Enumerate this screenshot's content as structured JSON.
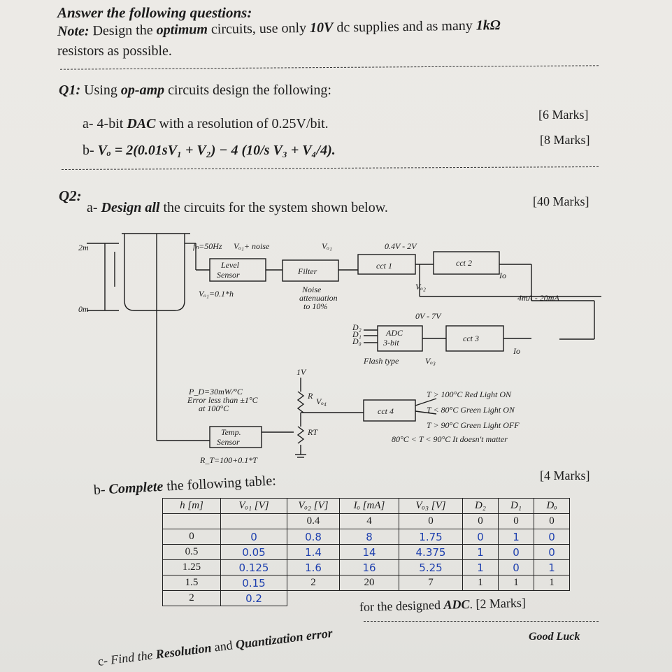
{
  "header": {
    "title": "Answer the following questions:",
    "note_label": "Note:",
    "note_text_1": "Design the",
    "note_optimum": "optimum",
    "note_text_2": "circuits, use only",
    "note_10v": "10V",
    "note_text_3": "dc supplies and as many",
    "note_1k": "1kΩ",
    "note_line2": "resistors as possible."
  },
  "q1": {
    "label": "Q1:",
    "text_1": "Using",
    "text_opamp": "op-amp",
    "text_2": "circuits design the following:",
    "a_label": "a- 4-bit",
    "a_dac": "DAC",
    "a_text": "with a resolution of 0.25V/bit.",
    "a_marks": "[6 Marks]",
    "b_label": "b-",
    "b_eq": "Vₒ = 2(0.01sV₁ + V₂) − 4 (10/s V₃ + V₄/4).",
    "b_marks": "[8 Marks]"
  },
  "q2": {
    "label": "Q2:",
    "a_label": "a-",
    "a_text_1": "Design all",
    "a_text_2": "the circuits for the system shown below.",
    "a_marks": "[40 Marks]",
    "b_label": "b-",
    "b_text_1": "Complete",
    "b_text_2": "the following table:",
    "b_marks": "[4 Marks]",
    "c_label": "c-",
    "c_text_1": "Find the",
    "c_resolution": "Resolution",
    "c_and": "and",
    "c_quant": "Quantization error",
    "c_text_2": "for the designed",
    "c_adc": "ADC",
    "c_marks": ". [2 Marks]",
    "good_luck": "Good Luck"
  },
  "diagram": {
    "tank_2m": "2m",
    "tank_0m": "0m",
    "fn": "fₙ=50Hz",
    "vo1_noise": "Vₒ₁+ noise",
    "vo1": "Vₒ₁",
    "range_04_2": "0.4V - 2V",
    "level_sensor_1": "Level",
    "level_sensor_2": "Sensor",
    "vo1_eq": "Vₒ₁=0.1*h",
    "filter": "Filter",
    "noise_1": "Noise",
    "noise_2": "attenuation",
    "noise_3": "to 10%",
    "cct1": "cct 1",
    "cct2": "cct 2",
    "io_1": "Io",
    "io_range": "4mA - 20mA",
    "vo2": "Vₒ₂",
    "range_0_7": "0V - 7V",
    "adc_1": "ADC",
    "adc_2": "3-bit",
    "flash": "Flash type",
    "vo3": "Vₒ₃",
    "d2": "D₂",
    "d1": "D₁",
    "d0": "D₀",
    "cct3": "cct 3",
    "io_2": "Io",
    "pd": "P_D=30mW/°C",
    "error_1": "Error less than ±1°C",
    "error_2": "at 100°C",
    "temp_1": "Temp.",
    "temp_2": "Sensor",
    "rt_eq": "R_T=100+0.1*T",
    "supply": "1V",
    "r": "R",
    "rt": "RT",
    "vo4": "Vₒ₄",
    "cct4": "cct 4",
    "cond1": "T > 100°C Red Light ON",
    "cond2": "T < 80°C Green Light ON",
    "cond3": "T > 90°C Green Light OFF",
    "cond4": "80°C < T < 90°C It doesn't matter"
  },
  "table": {
    "headers": [
      "h [m]",
      "Vₒ₁ [V]",
      "Vₒ₂ [V]",
      "Iₒ [mA]",
      "Vₒ₃ [V]",
      "D₂",
      "D₁",
      "Dₒ"
    ],
    "rows": [
      [
        "",
        "",
        "0.4",
        "4",
        "0",
        "0",
        "0",
        "0"
      ],
      [
        "0",
        "0",
        "0.8",
        "8",
        "1.75",
        "0",
        "1",
        "0"
      ],
      [
        "0.5",
        "0.05",
        "1.4",
        "14",
        "4.375",
        "1",
        "0",
        "0"
      ],
      [
        "1.25",
        "0.125",
        "1.6",
        "16",
        "5.25",
        "1",
        "0",
        "1"
      ],
      [
        "1.5",
        "0.15",
        "2",
        "20",
        "7",
        "1",
        "1",
        "1"
      ],
      [
        "2",
        "0.2",
        "",
        "",
        "",
        "",
        "",
        ""
      ]
    ]
  },
  "colors": {
    "ink": "#1c1c1c",
    "handwriting": "#1d3fae",
    "paper": "#eceae6"
  }
}
